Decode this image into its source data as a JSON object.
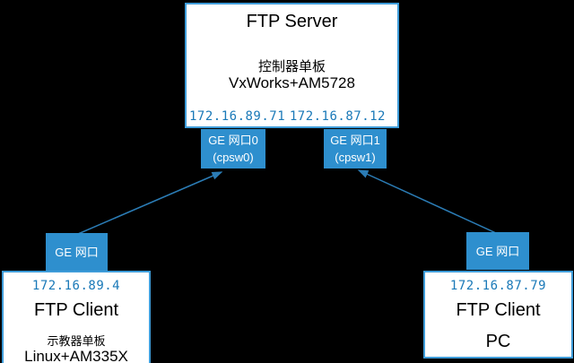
{
  "colors": {
    "background": "#000000",
    "node_fill": "#ffffff",
    "node_border": "#3e9cd9",
    "port_fill": "#2e8fce",
    "port_text": "#ffffff",
    "ip_text": "#1a79b8",
    "arrow": "#2b7cb5"
  },
  "server": {
    "title": "FTP Server",
    "board": "控制器单板",
    "os": "VxWorks+AM5728",
    "ip_left": "172.16.89.71",
    "ip_right": "172.16.87.12"
  },
  "ports": {
    "cpsw0_line1": "GE 网口0",
    "cpsw0_line2": "(cpsw0)",
    "cpsw1_line1": "GE 网口1",
    "cpsw1_line2": "(cpsw1)",
    "client_port": "GE 网口"
  },
  "client_left": {
    "ip": "172.16.89.4",
    "title": "FTP Client",
    "board": "示教器单板",
    "os": "Linux+AM335X"
  },
  "client_right": {
    "ip": "172.16.87.79",
    "title": "FTP Client",
    "device": "PC"
  },
  "connections": [
    {
      "from": "client-left-port",
      "to": "server-port-cpsw0",
      "direction": "arrow-to-server"
    },
    {
      "from": "client-right-port",
      "to": "server-port-cpsw1",
      "direction": "arrow-to-server"
    }
  ]
}
